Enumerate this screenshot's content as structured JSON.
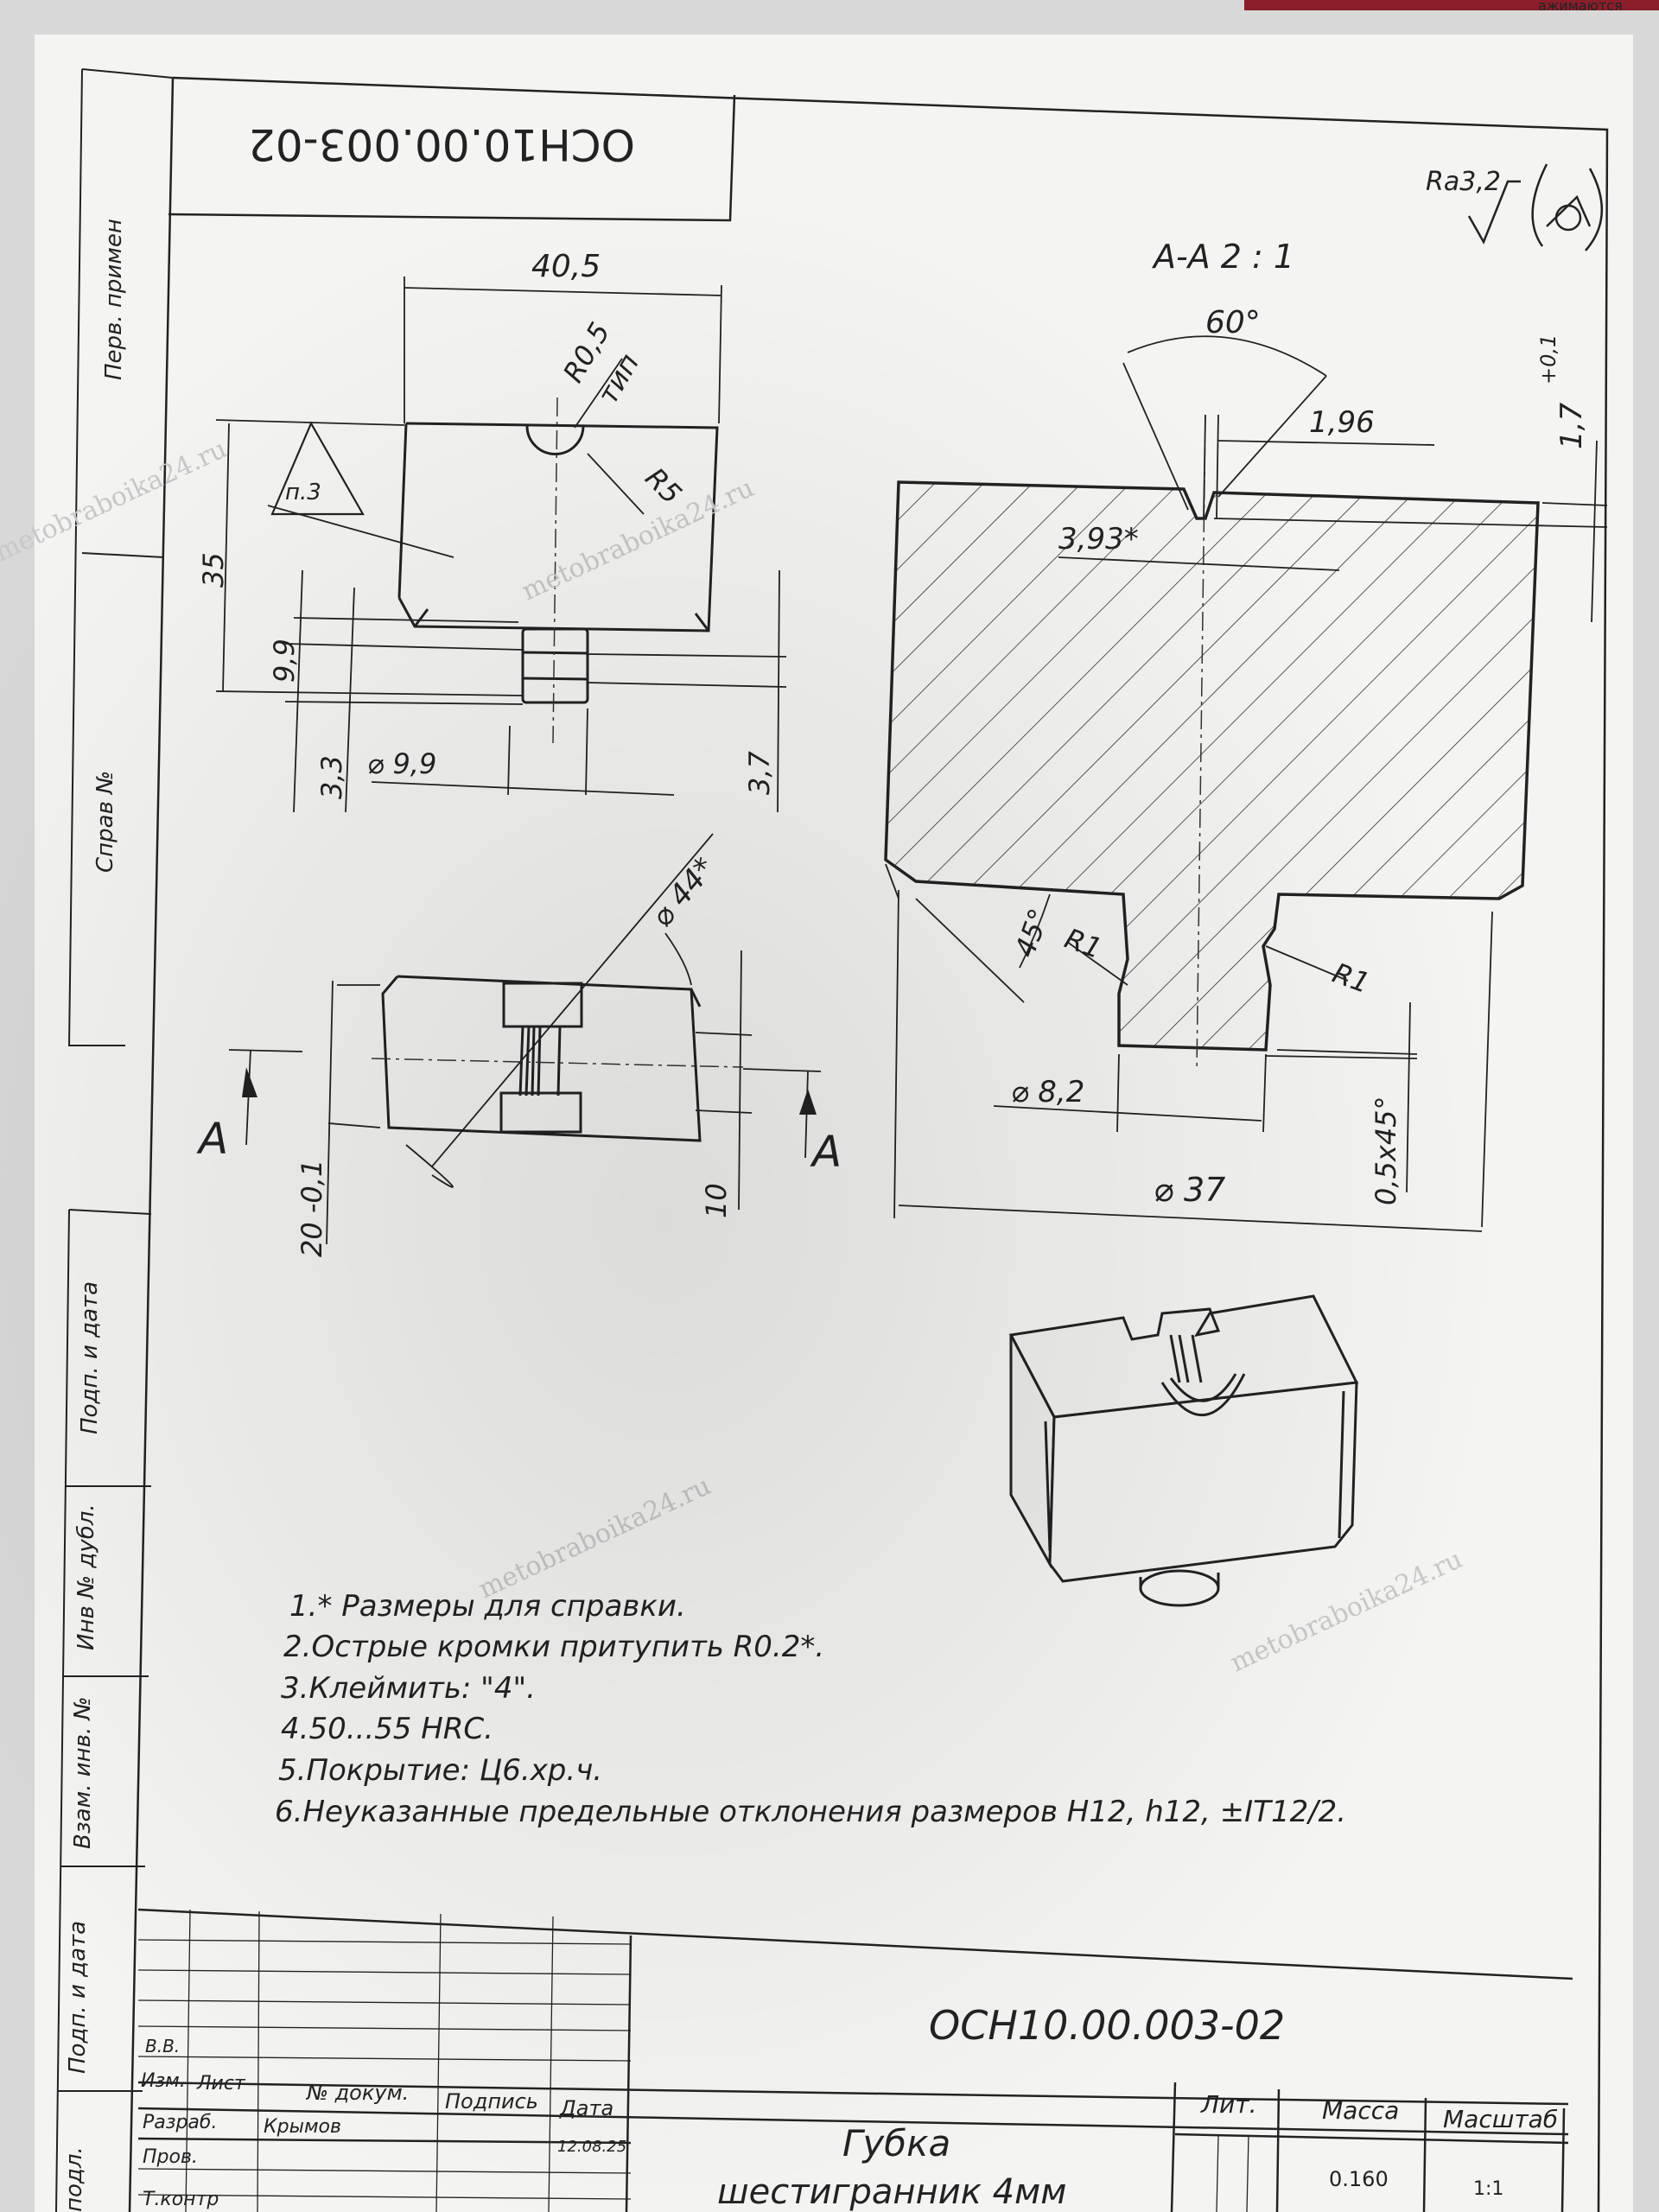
{
  "top_corner_text": "ажимаются",
  "code_rotated": "ОСН10.00.003-02",
  "roughness": "Ra3,2",
  "section_label": "А-А  2 : 1",
  "side_labels": {
    "perv_primen": "Перв. примен",
    "sprav_no": "Справ №",
    "podp_data_1": "Подп. и дата",
    "inv_dubl": "Инв № дубл.",
    "vzam_inv": "Взам. инв. №",
    "podp_data_2": "Подп. и дата",
    "inv_podl": "подл."
  },
  "front_view_dims": {
    "width": "40,5",
    "r05": "R0,5",
    "tip": "тип",
    "r5": "R5",
    "height": "35",
    "h99": "9,9",
    "h33": "3,3",
    "d99": "⌀ 9,9",
    "h37": "3,7",
    "note_marker": "п.3"
  },
  "plan_view_dims": {
    "d44": "⌀ 44*",
    "w20": "20 -0,1",
    "w10": "10",
    "cut_left": "А",
    "cut_right": "А"
  },
  "section_dims": {
    "angle60": "60°",
    "d196": "1,96",
    "d393": "3,93*",
    "d17": "1,7",
    "d17_tol": "+0,1",
    "a45": "45°",
    "r1_left": "R1",
    "r1_right": "R1",
    "d82": "⌀ 8,2",
    "d37": "⌀ 37",
    "chamfer": "0,5x45°"
  },
  "notes": [
    "1.* Размеры для справки.",
    "2.Острые кромки притупить R0.2*.",
    "3.Клеймить: \"4\".",
    "4.50...55 HRC.",
    "5.Покрытие: Ц6.хр.ч.",
    "6.Неуказанные предельные отклонения размеров  H12, h12, ±IT12/2."
  ],
  "title_block": {
    "code": "ОСН10.00.003-02",
    "vv": "В.В.",
    "izm": "Изм.",
    "list": "Лист",
    "doc_no": "№ докум.",
    "podpis": "Подпись",
    "data": "Дата",
    "razrab": "Разраб.",
    "razrab_name": "Крымов",
    "razrab_date": "12.08.25",
    "prov": "Пров.",
    "tkontr": "Т.контр",
    "name_line1": "Губка",
    "name_line2": "шестигранник 4мм",
    "lit": "Лит.",
    "massa": "Масса",
    "masshtab": "Масштаб",
    "massa_val": "0.160",
    "masshtab_val": "1:1"
  },
  "watermarks": [
    "metobraboika24.ru",
    "metobraboika24.ru",
    "metobraboika24.ru",
    "metobraboika24.ru"
  ]
}
